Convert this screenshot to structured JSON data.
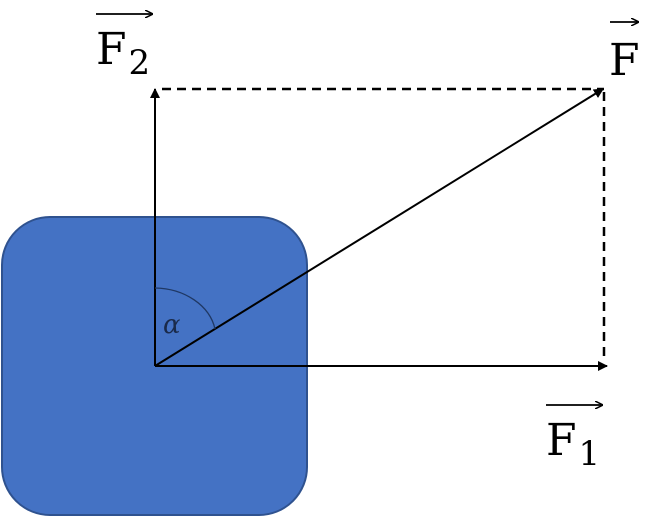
{
  "diagram": {
    "colors": {
      "body_fill": "#4472C4",
      "body_stroke": "#2F528F",
      "arrow": "#000000",
      "arc": "#1F3864"
    },
    "labels": {
      "f2": {
        "base": "F",
        "sub": "2"
      },
      "f": {
        "base": "F",
        "sub": ""
      },
      "f1": {
        "base": "F",
        "sub": "1"
      },
      "angle": "α"
    }
  }
}
